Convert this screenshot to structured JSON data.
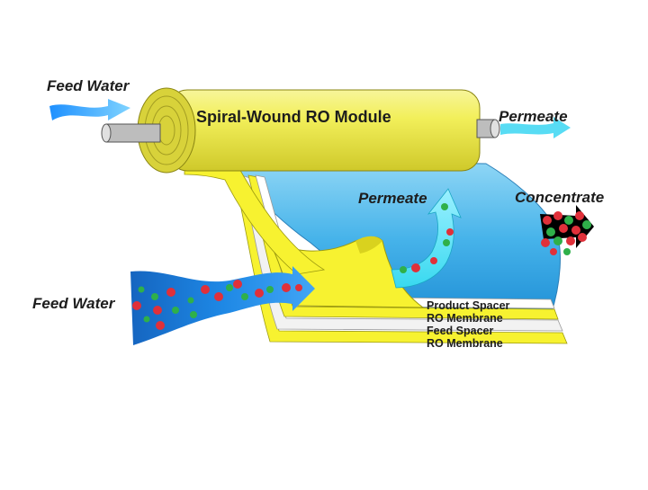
{
  "diagram": {
    "module_title": "Spiral-Wound RO Module",
    "feed_water_top": "Feed Water",
    "feed_water_bottom": "Feed Water",
    "permeate_right": "Permeate",
    "permeate_middle": "Permeate",
    "concentrate": "Concentrate",
    "layers": [
      "Product Spacer",
      "RO Membrane",
      "Feed Spacer",
      "RO Membrane"
    ]
  },
  "colors": {
    "cylinder": "#f1ef5a",
    "membrane_yellow": "#f7f230",
    "sheet_blue": "#3aaee6",
    "arrow_blue": "#1e88e5",
    "permeate_cyan": "#45e3f3",
    "molecule_red": "#e0303a",
    "molecule_green": "#2fb04a"
  }
}
